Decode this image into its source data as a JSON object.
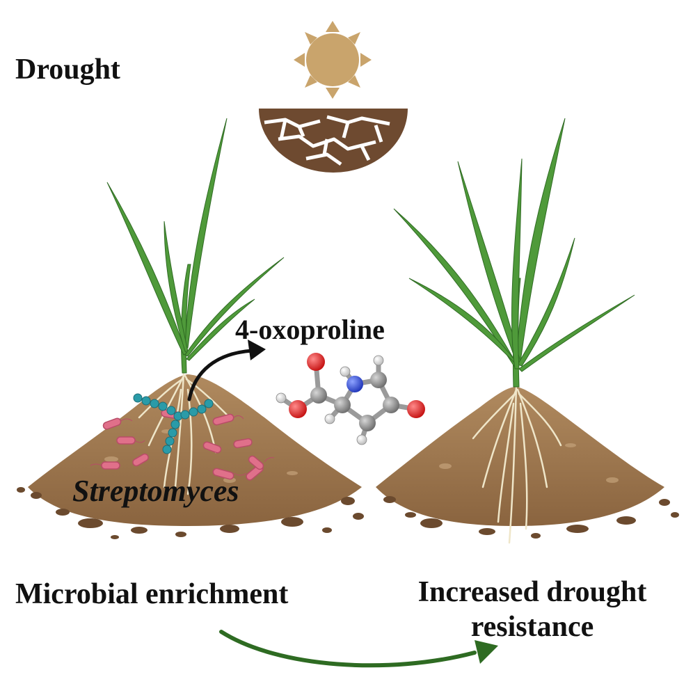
{
  "labels": {
    "condition": "Drought",
    "compound": "4-oxoproline",
    "microbe": "Streptomyces",
    "process": "Microbial enrichment",
    "outcome": "Increased drought resistance"
  },
  "colors": {
    "sun": "#c9a46c",
    "soil": "#a07a52",
    "soil_dark": "#6b4a2e",
    "cracked_soil": "#6e4a30",
    "leaf": "#4f9a3a",
    "root": "#efe6c9",
    "bacteria_rod": "#e0708a",
    "streptomyces": "#2a9ba8",
    "oxygen": "#e01818",
    "nitrogen": "#2a4bd8",
    "carbon": "#8f8f8f",
    "hydrogen": "#ffffff",
    "arrow_green": "#2e6b22",
    "arrow_black": "#111111"
  },
  "icons": [
    "sun-icon",
    "cracked-soil-icon",
    "wheat-plant-icon",
    "soil-mound-icon",
    "bacteria-icon",
    "molecule-icon",
    "arrow-icon"
  ]
}
